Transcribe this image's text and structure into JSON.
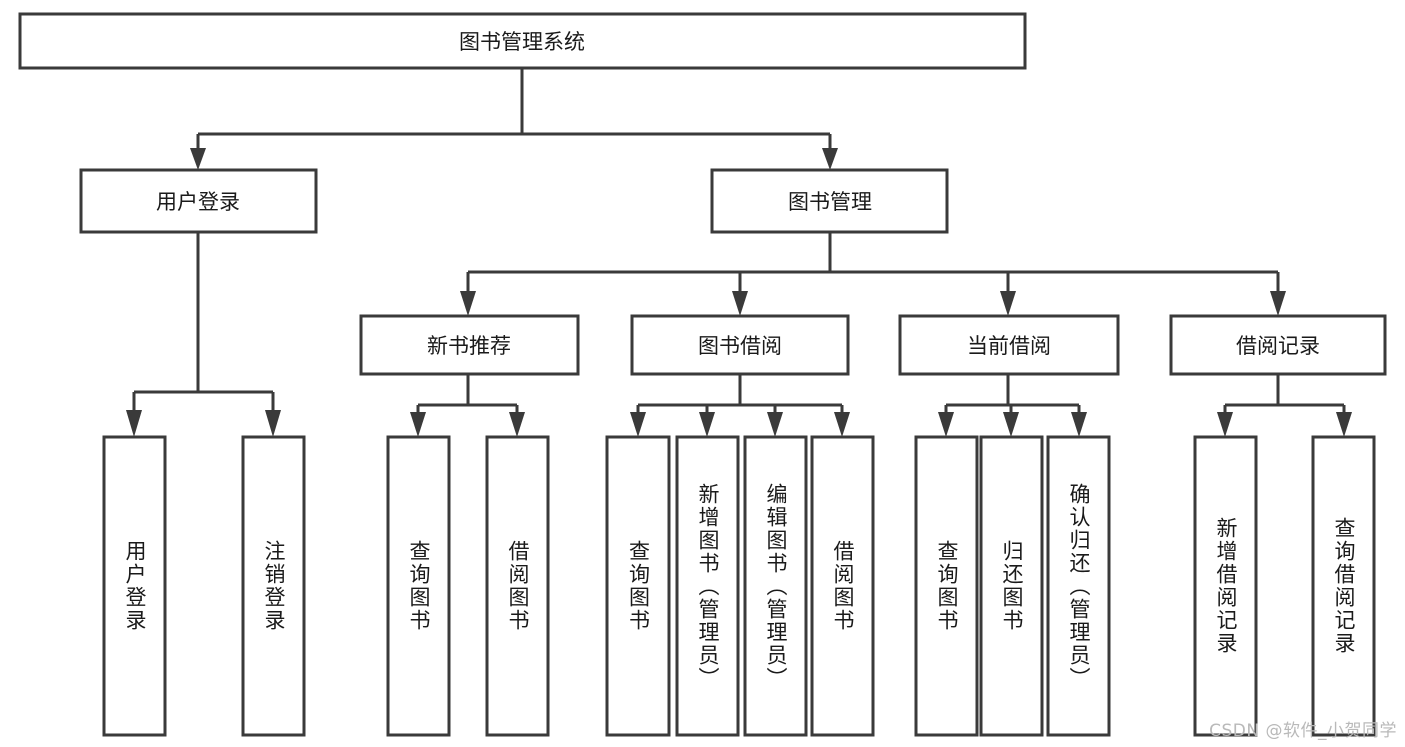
{
  "diagram": {
    "type": "tree-hierarchy",
    "title": "图书管理系统",
    "background_color": "#ffffff",
    "box_stroke_color": "#3a3a3a",
    "text_color": "#1a1a1a",
    "root": {
      "label": "图书管理系统"
    },
    "level2": [
      {
        "label": "用户登录"
      },
      {
        "label": "图书管理"
      }
    ],
    "level3": [
      {
        "label": "新书推荐"
      },
      {
        "label": "图书借阅"
      },
      {
        "label": "当前借阅"
      },
      {
        "label": "借阅记录"
      }
    ],
    "leaves": {
      "user_login": [
        {
          "label": "用户登录"
        },
        {
          "label": "注销登录"
        }
      ],
      "new_book_recommend": [
        {
          "label": "查询图书"
        },
        {
          "label": "借阅图书"
        }
      ],
      "book_borrow": [
        {
          "label": "查询图书"
        },
        {
          "label": "新增图书（管理员）"
        },
        {
          "label": "编辑图书（管理员）"
        },
        {
          "label": "借阅图书"
        }
      ],
      "current_borrow": [
        {
          "label": "查询图书"
        },
        {
          "label": "归还图书"
        },
        {
          "label": "确认归还（管理员）"
        }
      ],
      "borrow_record": [
        {
          "label": "新增借阅记录"
        },
        {
          "label": "查询借阅记录"
        }
      ]
    }
  },
  "watermark": {
    "text": "CSDN @软件_小贺同学",
    "color": "#b9b9b9"
  }
}
